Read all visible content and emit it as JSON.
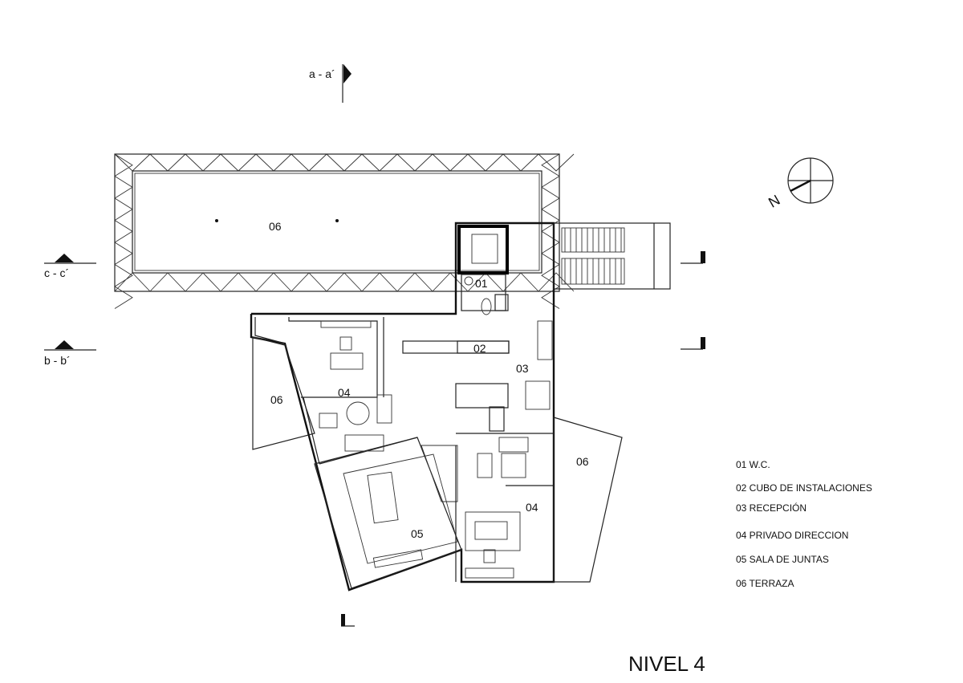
{
  "plan": {
    "title": "NIVEL 4",
    "sections": {
      "aa": "a - a´",
      "bb": "b - b´",
      "cc": "c - c´"
    },
    "north": "N",
    "rooms": [
      {
        "code": "06",
        "id": "terrace-top"
      },
      {
        "code": "01",
        "id": "wc"
      },
      {
        "code": "02",
        "id": "cubo"
      },
      {
        "code": "03",
        "id": "recepcion"
      },
      {
        "code": "04",
        "id": "privado-left"
      },
      {
        "code": "06",
        "id": "terrace-left"
      },
      {
        "code": "05",
        "id": "sala-juntas"
      },
      {
        "code": "04",
        "id": "privado-right"
      },
      {
        "code": "06",
        "id": "terrace-right"
      }
    ],
    "legend": [
      "01 W.C.",
      "02 CUBO DE INSTALACIONES",
      "03 RECEPCIÓN",
      "04 PRIVADO DIRECCION",
      "05 SALA DE JUNTAS",
      "06 TERRAZA"
    ]
  }
}
